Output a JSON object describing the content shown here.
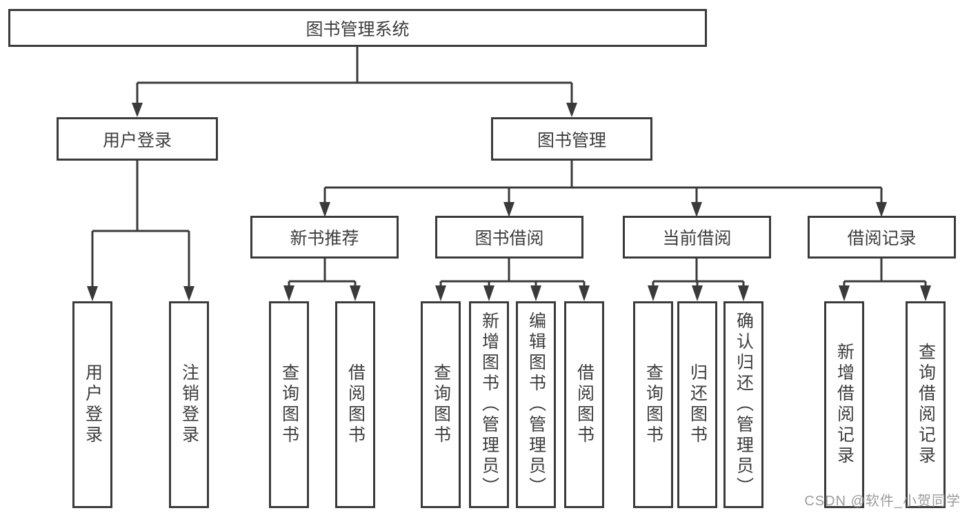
{
  "diagram": {
    "root": {
      "label": "图书管理系统"
    },
    "level2": [
      {
        "label": "用户登录"
      },
      {
        "label": "图书管理"
      }
    ],
    "level3": [
      {
        "label": "新书推荐"
      },
      {
        "label": "图书借阅"
      },
      {
        "label": "当前借阅"
      },
      {
        "label": "借阅记录"
      }
    ],
    "groups": {
      "login": [
        {
          "label": "用户登录"
        },
        {
          "label": "注销登录"
        }
      ],
      "new_book": [
        {
          "label": "查询图书"
        },
        {
          "label": "借阅图书"
        }
      ],
      "book_borrow": [
        {
          "label": "查询图书"
        },
        {
          "label": "新增图书（管理员）"
        },
        {
          "label": "编辑图书（管理员）"
        },
        {
          "label": "借阅图书"
        }
      ],
      "current_borrow": [
        {
          "label": "查询图书"
        },
        {
          "label": "归还图书"
        },
        {
          "label": "确认归还（管理员）"
        }
      ],
      "borrow_records": [
        {
          "label": "新增借阅记录"
        },
        {
          "label": "查询借阅记录"
        }
      ]
    },
    "colors": {
      "line": "#3a3a3a",
      "text": "#3d3d3d",
      "watermark": "#9b9b9b",
      "background": "#ffffff"
    }
  },
  "watermark": {
    "text": "CSDN @软件_小贺同学"
  }
}
